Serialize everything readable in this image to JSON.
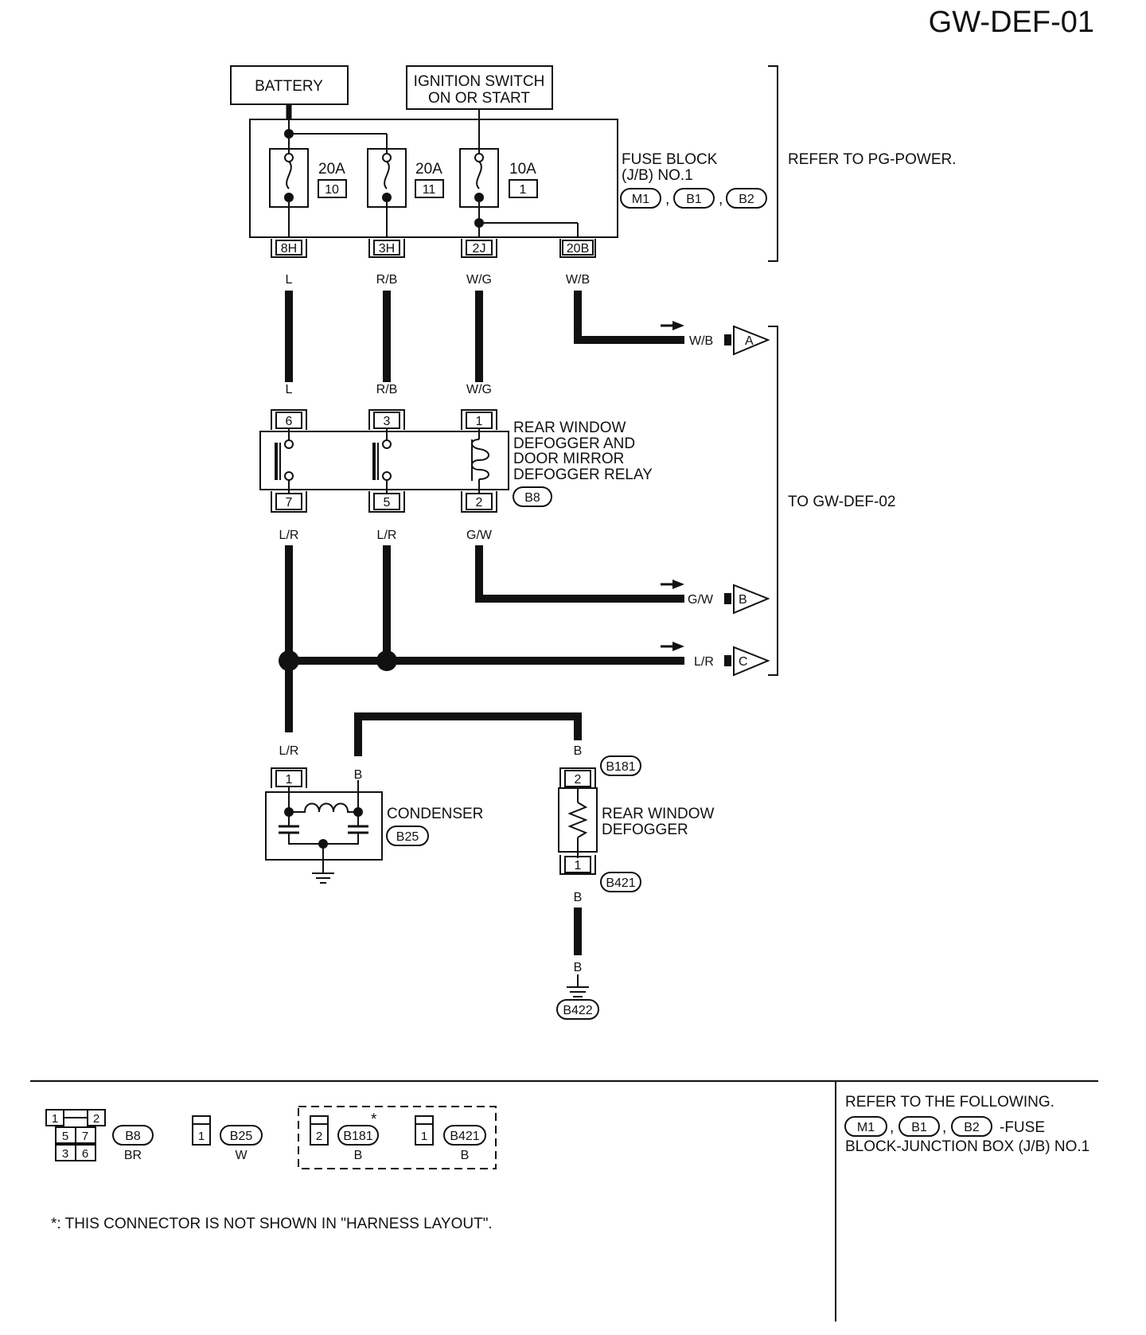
{
  "page_code": "GW-DEF-01",
  "battery": "BATTERY",
  "ignition": [
    "IGNITION SWITCH",
    "ON OR START"
  ],
  "fuse_block": {
    "label": [
      "FUSE BLOCK",
      "(J/B) NO.1"
    ],
    "connectors": [
      "M1",
      "B1",
      "B2"
    ],
    "fuses": [
      {
        "amp": "20A",
        "num": "10",
        "terminal": "8H",
        "wire": "L"
      },
      {
        "amp": "20A",
        "num": "11",
        "terminal": "3H",
        "wire": "R/B"
      },
      {
        "amp": "10A",
        "num": "1",
        "terminal": "2J",
        "wire": "W/G"
      }
    ],
    "extra_terminal": "20B",
    "extra_wire": "W/B"
  },
  "refer_power": "REFER TO PG-POWER.",
  "relay": {
    "label": [
      "REAR WINDOW",
      "DEFOGGER AND",
      "DOOR MIRROR",
      "DEFOGGER RELAY"
    ],
    "connector": "B8",
    "top_pins": [
      "6",
      "3",
      "1"
    ],
    "bottom_pins": [
      "7",
      "5",
      "2"
    ],
    "top_wires": [
      "L",
      "R/B",
      "W/G"
    ],
    "bottom_wires": [
      "L/R",
      "L/R",
      "G/W"
    ]
  },
  "offpage": [
    {
      "wire": "W/B",
      "letter": "A"
    },
    {
      "wire": "G/W",
      "letter": "B"
    },
    {
      "wire": "L/R",
      "letter": "C"
    }
  ],
  "to_next": "TO GW-DEF-02",
  "condenser": {
    "label": "CONDENSER",
    "connector": "B25",
    "pin": "1",
    "wire_in": "L/R",
    "wire_gnd": "B"
  },
  "defogger": {
    "label": [
      "REAR WINDOW",
      "DEFOGGER"
    ],
    "top_connector": "B181",
    "bottom_connector": "B421",
    "top_pin": "2",
    "bottom_pin": "1",
    "wire": "B",
    "ground": "B422"
  },
  "legend": {
    "b8_pins": [
      "1",
      "2",
      "5",
      "7",
      "3",
      "6"
    ],
    "b8_code": "B8",
    "b8_color": "BR",
    "b25_pin": "1",
    "b25_code": "B25",
    "b25_color": "W",
    "b181_pin": "2",
    "b181_code": "B181",
    "b181_color": "B",
    "star": "*",
    "b421_pin": "1",
    "b421_code": "B421",
    "b421_color": "B",
    "note": "*: THIS CONNECTOR IS NOT SHOWN IN \"HARNESS LAYOUT\"."
  },
  "refer_following": {
    "title": "REFER TO THE FOLLOWING.",
    "codes": [
      "M1",
      "B1",
      "B2"
    ],
    "desc1": "-FUSE",
    "desc2": "BLOCK-JUNCTION BOX (J/B) NO.1"
  }
}
